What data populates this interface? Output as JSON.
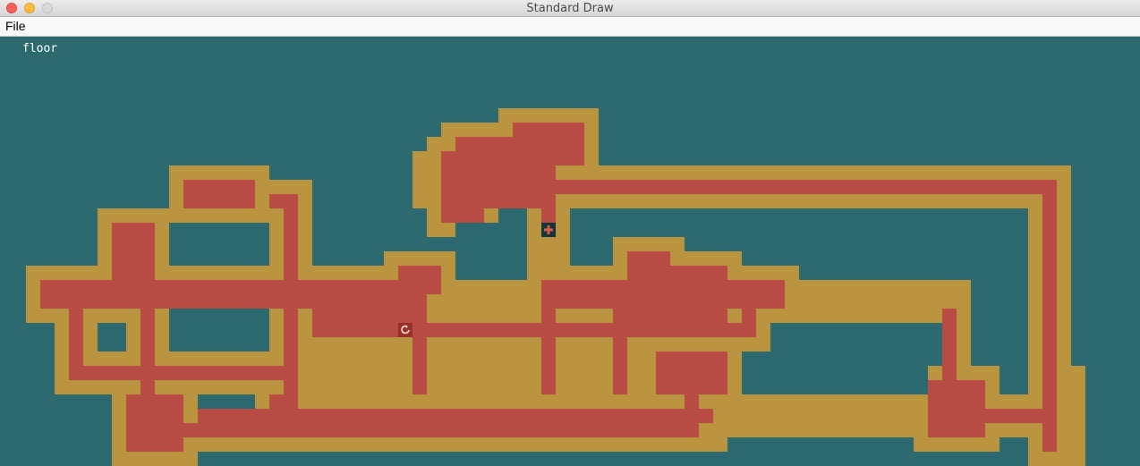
{
  "window": {
    "title": "Standard Draw"
  },
  "menu": {
    "file_label": "File"
  },
  "hud": {
    "floor_label": "floor"
  },
  "colors": {
    "ocean": "#2d6a70",
    "wall": "#bb9440",
    "floor": "#b94b45",
    "avatar": "#16373a"
  },
  "icons": {
    "player": "avatar-icon",
    "flower": "flower-icon"
  }
}
